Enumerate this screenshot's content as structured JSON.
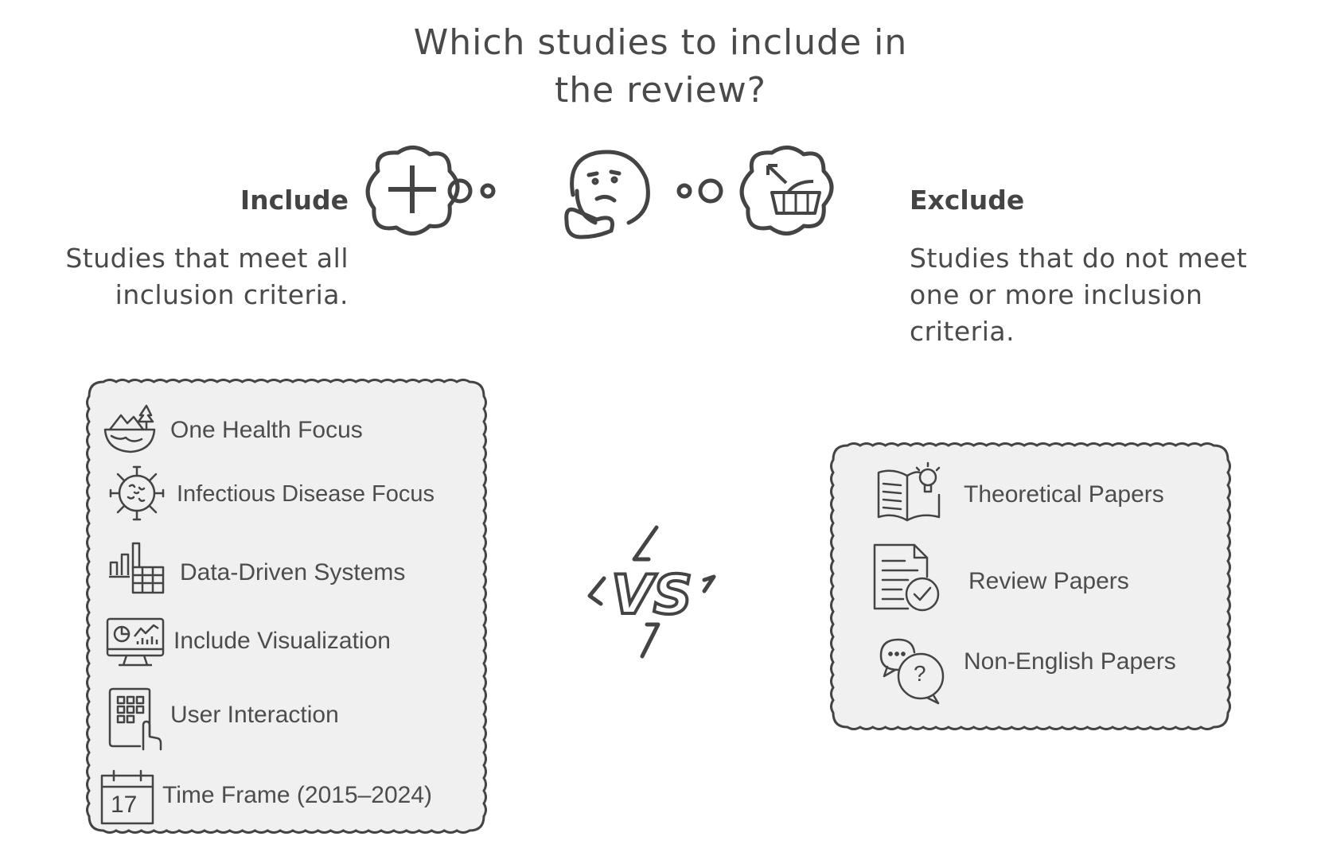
{
  "title_line1": "Which studies to include in",
  "title_line2": "the review?",
  "include": {
    "heading": "Include",
    "desc_line1": "Studies that meet all",
    "desc_line2": "inclusion criteria.",
    "items": [
      {
        "label": "One Health Focus",
        "icon": "landscape-globe-icon"
      },
      {
        "label": "Infectious Disease Focus",
        "icon": "virus-icon"
      },
      {
        "label": "Data-Driven Systems",
        "icon": "bar-chart-table-icon"
      },
      {
        "label": "Include Visualization",
        "icon": "dashboard-monitor-icon"
      },
      {
        "label": "User Interaction",
        "icon": "touch-tablet-icon"
      },
      {
        "label": "Time Frame (2015–2024)",
        "icon": "calendar-icon"
      }
    ],
    "calendar_number": "17"
  },
  "exclude": {
    "heading": "Exclude",
    "desc_line1": "Studies that do not meet",
    "desc_line2": "one or more inclusion",
    "desc_line3": "criteria.",
    "items": [
      {
        "label": "Theoretical Papers",
        "icon": "book-lightbulb-icon"
      },
      {
        "label": "Review Papers",
        "icon": "document-check-icon"
      },
      {
        "label": "Non-English Papers",
        "icon": "chat-question-icon"
      }
    ],
    "question_mark": "?"
  },
  "vs_label": "VS",
  "colors": {
    "stroke": "#444444",
    "box_fill": "#f0f0f0",
    "text": "#4a4a4a"
  }
}
